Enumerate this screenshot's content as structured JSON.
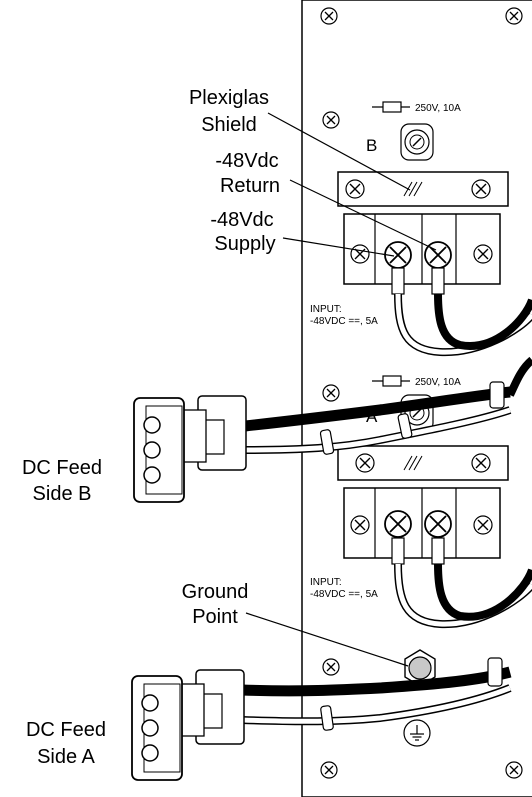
{
  "callouts": {
    "plexiglas_line1": "Plexiglas",
    "plexiglas_line2": "Shield",
    "return_line1": "-48Vdc",
    "return_line2": "Return",
    "supply_line1": "-48Vdc",
    "supply_line2": "Supply",
    "feed_b_line1": "DC Feed",
    "feed_b_line2": "Side B",
    "ground_line1": "Ground",
    "ground_line2": "Point",
    "feed_a_line1": "DC Feed",
    "feed_a_line2": "Side A"
  },
  "fuse_b": {
    "rating": "250V, 10A",
    "letter": "B"
  },
  "fuse_a": {
    "rating": "250V, 10A",
    "letter": "A"
  },
  "input_b": {
    "line1": "INPUT:",
    "line2": "-48VDC ==, 5A"
  },
  "input_a": {
    "line1": "INPUT:",
    "line2": "-48VDC ==, 5A"
  },
  "icons": {
    "screw": "screw-icon",
    "ground": "ground-symbol-icon",
    "fuse": "fuse-icon",
    "connector": "molex-connector-icon"
  },
  "colors": {
    "line": "#000000",
    "panel": "#ffffff",
    "ground_stud": "#c8c8c8"
  }
}
